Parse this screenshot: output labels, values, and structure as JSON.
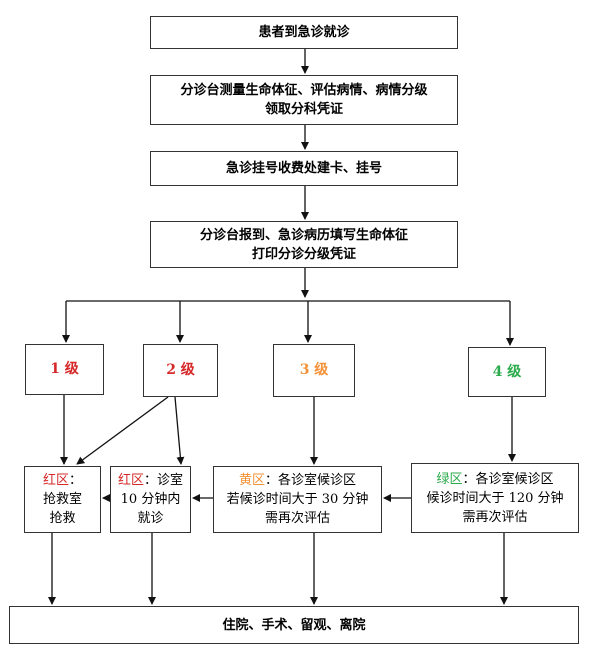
{
  "flow": {
    "arrive": "患者到急诊就诊",
    "triage_line1": "分诊台测量生命体征、评估病情、病情分级",
    "triage_line2": "领取分科凭证",
    "register": "急诊挂号收费处建卡、挂号",
    "report_line1": "分诊台报到、急诊病历填写生命体征",
    "report_line2": "打印分诊分级凭证",
    "outcome": "住院、手术、留观、离院"
  },
  "grades": [
    {
      "label": "1 级",
      "color": "#d62828"
    },
    {
      "label": "2 级",
      "color": "#d62828"
    },
    {
      "label": "3 级",
      "color": "#f39237"
    },
    {
      "label": "4 级",
      "color": "#2bab4b"
    }
  ],
  "zones": {
    "red_rescue": {
      "zone": "红区",
      "colon": "：",
      "line2": "抢救室",
      "line3": "抢救"
    },
    "red_clinic": {
      "zone": "红区",
      "rest": "：诊室",
      "line2": "10 分钟内",
      "line3": "就诊"
    },
    "yellow": {
      "zone": "黄区",
      "rest": "：各诊室候诊区",
      "line2": "若候诊时间大于 30 分钟",
      "line3": "需再次评估"
    },
    "green": {
      "zone": "绿区",
      "rest": "：各诊室候诊区",
      "line2": "候诊时间大于 120 分钟",
      "line3": "需再次评估"
    }
  }
}
